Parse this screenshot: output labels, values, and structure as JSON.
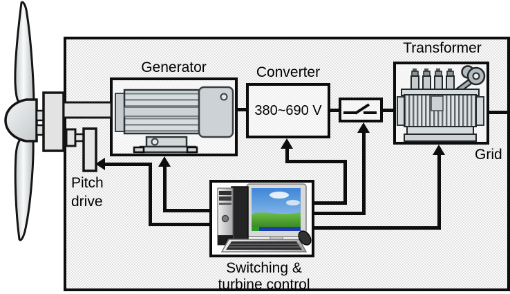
{
  "components": {
    "generator": {
      "icon": "generator-motor-icon",
      "label": "Generator"
    },
    "converter": {
      "label": "Converter",
      "voltage": "380~690 V"
    },
    "breaker": {
      "icon": "switch-icon"
    },
    "transformer": {
      "icon": "transformer-icon",
      "label": "Transformer"
    },
    "grid": {
      "label": "Grid"
    },
    "pitch_drive": {
      "icon": "pitch-drive-icon",
      "label_line1": "Pitch",
      "label_line2": "drive"
    },
    "controller": {
      "icon": "control-computer-icon",
      "label_line1": "Switching &",
      "label_line2": "turbine control"
    },
    "turbine": {
      "icon": "wind-turbine-icon"
    }
  },
  "colors": {
    "ink": "#0d0d0d",
    "stipple_gray": "#e2e2e2",
    "metal_light": "#d4dadd",
    "metal_dark": "#6a6f72",
    "sky_blue": "#3f86d8",
    "grass_green": "#3f9c28",
    "taskbar_blue": "#1d3fae"
  }
}
